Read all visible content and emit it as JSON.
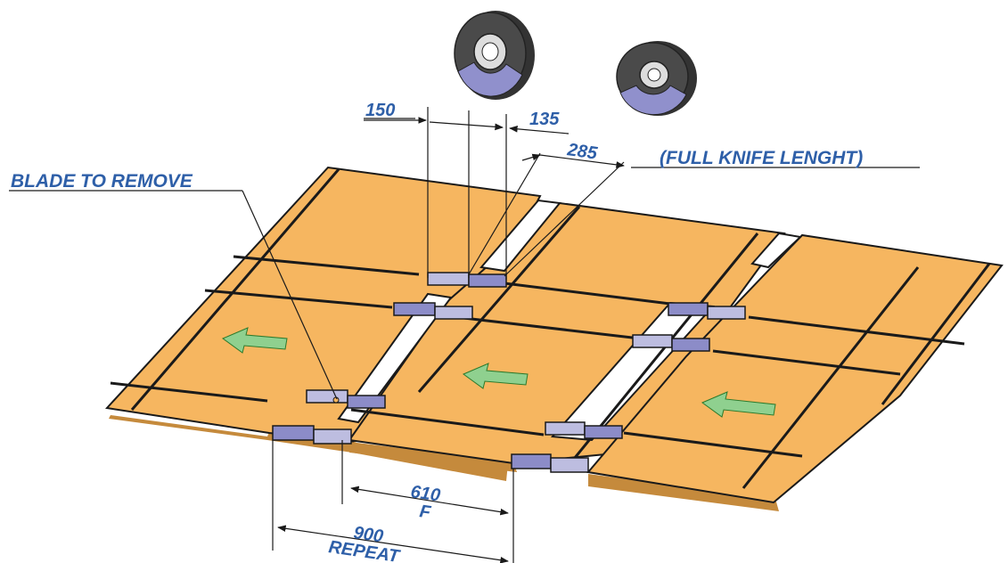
{
  "labels": {
    "blade_to_remove": "BLADE TO REMOVE",
    "full_knife_length": "(FULL KNIFE LENGHT)"
  },
  "dimensions": {
    "d150": "150",
    "d135": "135",
    "d285": "285",
    "d610": "610",
    "f": "F",
    "d900": "900",
    "repeat": "REPEAT"
  },
  "colors": {
    "sheet": "#f6b660",
    "sheet_edge": "#a06a1a",
    "line": "#1a1a1a",
    "label_blue": "#2e5fa8",
    "knife": "#8c8cc8",
    "knife_light": "#bdbde0",
    "arrow": "#8fd08f",
    "wheel_dark": "#4a4a4a",
    "wheel_band": "#9090cc"
  },
  "icons": [
    "arrow-left-icon",
    "knife-wheel-icon"
  ]
}
